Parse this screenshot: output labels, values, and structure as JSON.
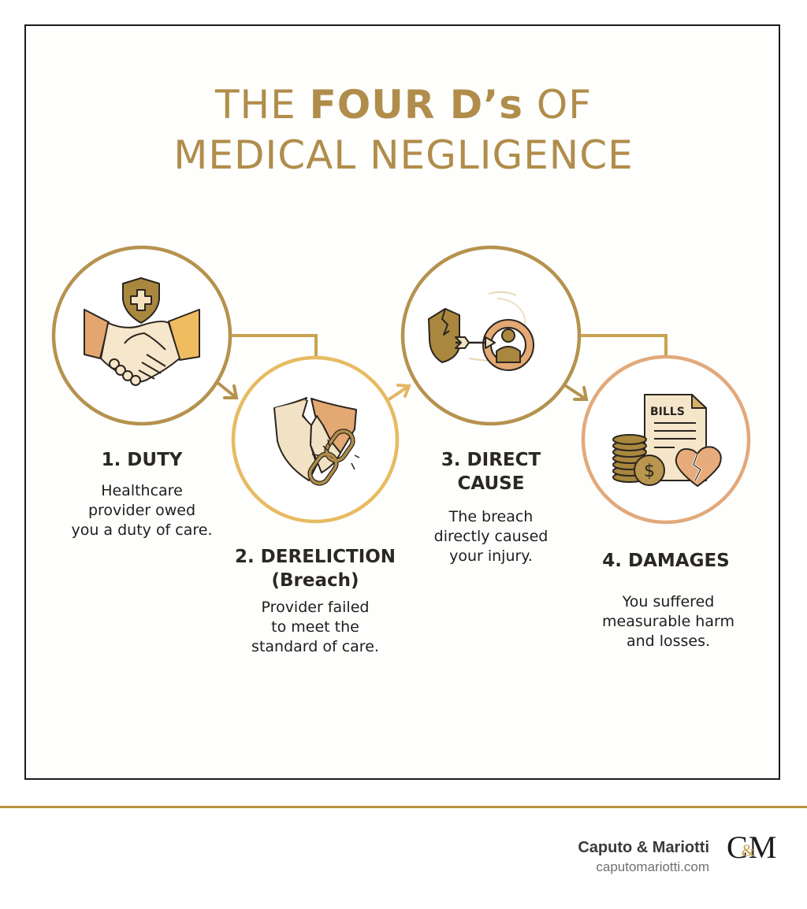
{
  "title": {
    "line1_prefix": "THE",
    "line1_bold": "FOUR D’s",
    "line1_suffix": "OF",
    "line2": "MEDICAL NEGLIGENCE",
    "color": "#b08d4a"
  },
  "steps": [
    {
      "number": "1.",
      "heading_line1": "1. DUTY",
      "heading_line2": "",
      "description": [
        "Healthcare",
        "provider owed",
        "you a duty of care."
      ],
      "icon": "handshake-with-medical-shield-icon",
      "ring_color": "#b5924e"
    },
    {
      "number": "2.",
      "heading_line1": "2. DERELICTION",
      "heading_line2": "(Breach)",
      "description": [
        "Provider failed",
        "to meet the",
        "standard of care."
      ],
      "icon": "broken-shield-broken-chain-icon",
      "ring_color": "#e7bb62"
    },
    {
      "number": "3.",
      "heading_line1": "3. DIRECT",
      "heading_line2": "CAUSE",
      "description": [
        "The breach",
        "directly caused",
        "your injury."
      ],
      "icon": "broken-shield-arrow-to-person-icon",
      "ring_color": "#b5924e"
    },
    {
      "number": "4.",
      "heading_line1": "4. DAMAGES",
      "heading_line2": "",
      "description": [
        "You suffered",
        "measurable harm",
        "and losses."
      ],
      "icon": "bills-coins-broken-heart-icon",
      "ring_color": "#e2a97b"
    }
  ],
  "icon_text": {
    "bills_label": "BILLS",
    "dollar": "$"
  },
  "footer": {
    "brand_name": "Caputo & Mariotti",
    "brand_url": "caputomariotti.com",
    "logo_c": "C",
    "logo_amp": "&",
    "logo_m": "M",
    "rule_color": "#b8923f"
  }
}
